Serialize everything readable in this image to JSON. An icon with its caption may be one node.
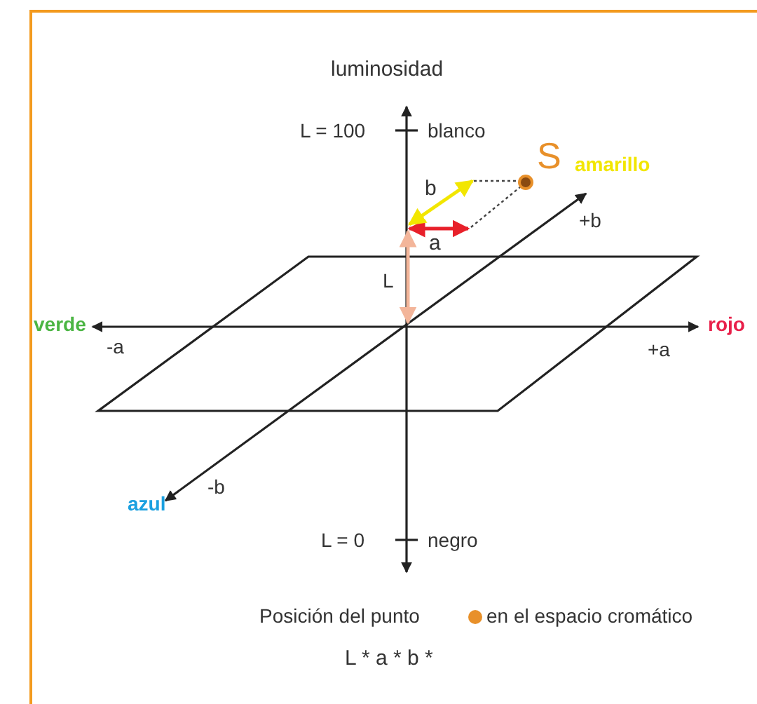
{
  "diagram": {
    "labels": [
      "luminosidad",
      "L = 100",
      "blanco",
      "S",
      "amarillo",
      "b",
      "+b",
      "a",
      "L",
      "verde",
      "-a",
      "+a",
      "rojo",
      "azul",
      "-b",
      "L = 0",
      "negro",
      "Posición del punto",
      "en el espacio cromático",
      "L * a * b *"
    ]
  }
}
